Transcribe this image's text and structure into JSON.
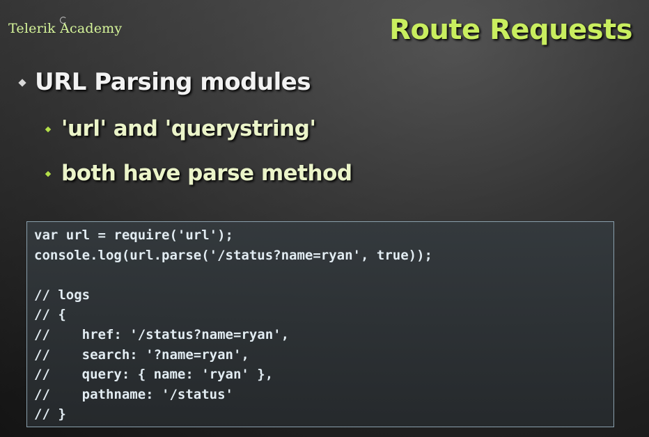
{
  "header": {
    "logo_text": "Telerik Academy",
    "title": "Route Requests"
  },
  "bullets": {
    "main": "URL Parsing modules",
    "sub": [
      "'url' and 'querystring'",
      "both have parse method"
    ]
  },
  "code": {
    "lines": [
      "var url = require('url');",
      "console.log(url.parse('/status?name=ryan', true));",
      "",
      "// logs",
      "// {",
      "//    href: '/status?name=ryan',",
      "//    search: '?name=ryan',",
      "//    query: { name: 'ryan' },",
      "//    pathname: '/status'",
      "// }"
    ]
  },
  "colors": {
    "title": "#c9ee5f",
    "logo": "#d6f59a",
    "sub_bullet": "#b4e04a",
    "code_border": "#8aa0ad"
  }
}
